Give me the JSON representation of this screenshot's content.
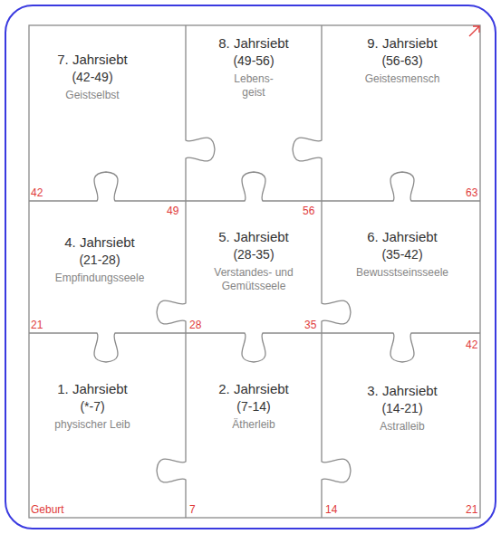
{
  "diagram": {
    "nodes": [
      {
        "text": [
          "7. Jahrsiebt",
          "(42-49)",
          "Geistselbst"
        ]
      },
      {
        "text": [
          "8. Jahrsiebt",
          "(49-56)",
          "Lebens- geist"
        ]
      },
      {
        "text": [
          "9. Jahrsiebt",
          "(56-63)",
          "Geistesmensch"
        ]
      },
      {
        "text": [
          "4. Jahrsiebt",
          "(21-28)",
          "Empfindungsseele"
        ]
      },
      {
        "text": [
          "5. Jahrsiebt",
          "(28-35)",
          "Verstandes- und Gemütsseele"
        ]
      },
      {
        "text": [
          "6. Jahrsiebt",
          "(35-42)",
          "Bewusstseinsseele"
        ]
      },
      {
        "text": [
          "1. Jahrsiebt",
          "(*-7)",
          "physischer Leib"
        ]
      },
      {
        "text": [
          "2. Jahrsiebt",
          "(7-14)",
          "Ätherleib"
        ]
      },
      {
        "text": [
          "3. Jahrsiebt",
          "(14-21)",
          "Astralleib"
        ]
      }
    ],
    "labels": [
      "42",
      "49",
      "56",
      "63",
      "21",
      "28",
      "35",
      "42",
      "Geburt",
      "7",
      "14",
      "21"
    ]
  }
}
